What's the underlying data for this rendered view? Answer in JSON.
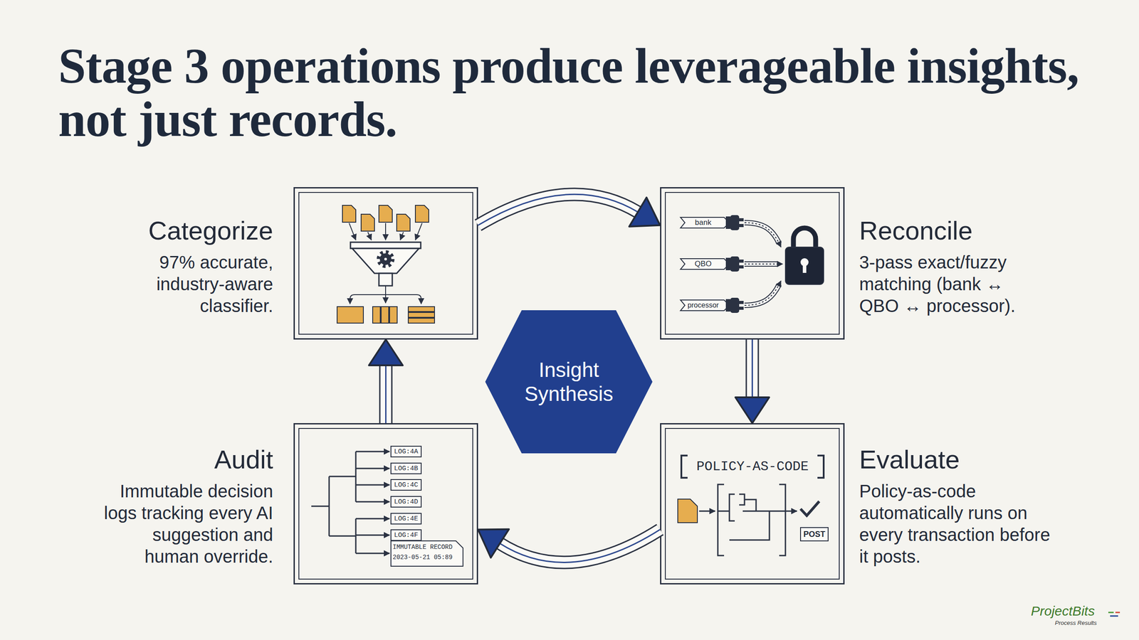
{
  "diagram": {
    "title": "Stage 3 operations produce leverageable insights, not just records.",
    "nodes": [
      {
        "text": [
          "Categorize",
          "97% accurate, industry-aware classifier."
        ]
      },
      {
        "text": [
          "Reconcile",
          "3-pass exact/fuzzy matching (bank ↔ QBO ↔ processor)."
        ]
      },
      {
        "text": [
          "Insight Synthesis"
        ]
      },
      {
        "text": [
          "Audit",
          "Immutable decision logs tracking every AI suggestion and human override."
        ]
      },
      {
        "text": [
          "Evaluate",
          "Policy-as-code automatically runs on every transaction before it posts."
        ]
      }
    ],
    "edges": [
      {
        "from": 0,
        "to": 1,
        "arrow": "to"
      },
      {
        "from": 1,
        "to": 4,
        "arrow": "to"
      },
      {
        "from": 4,
        "to": 3,
        "arrow": "to"
      },
      {
        "from": 3,
        "to": 0,
        "arrow": "to"
      }
    ],
    "labels": [
      "bank",
      "QBO",
      "processor",
      "LOG:4A",
      "LOG:4B",
      "LOG:4C",
      "LOG:4D",
      "LOG:4E",
      "LOG:4F",
      "IMMUTABLE RECORD",
      "2023-05-21 05:89",
      "POLICY-AS-CODE",
      "POST",
      "ProjectBits",
      "Process Results"
    ]
  }
}
